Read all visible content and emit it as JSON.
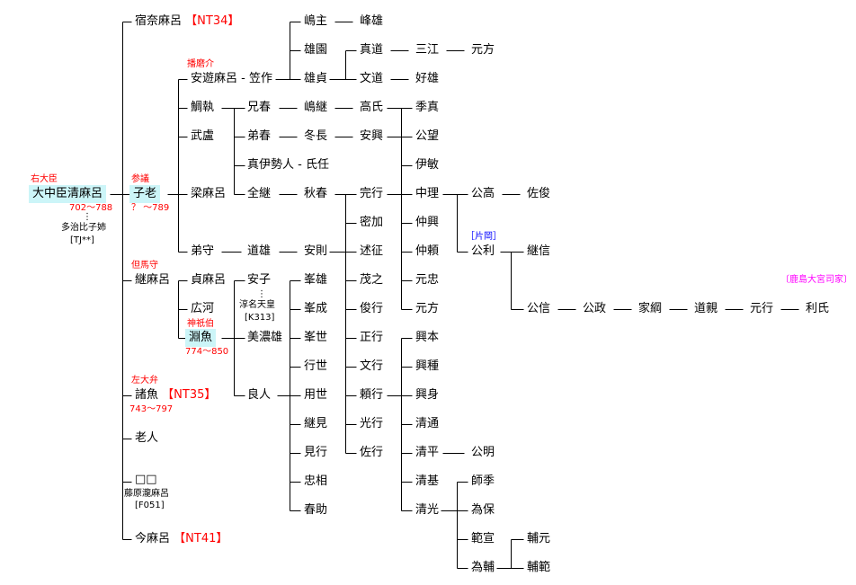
{
  "people": {
    "kiyomaro": "大中臣清麻呂",
    "kiyomaro_title": "右大臣",
    "kiyomaro_years": "702～788",
    "kiyomaro_wife": "多治比子姉",
    "kiyomaro_wife_code": "[TJ**]",
    "sukunamaro": "宿奈麻呂",
    "sukunamaro_code": "【NT34】",
    "koo": "子老",
    "koo_title": "参議",
    "koo_years": "？ ～789",
    "tsugumaro": "継麻呂",
    "tsugumaro_title": "但馬守",
    "moroo": "諸魚",
    "moroo_code": "【NT35】",
    "moroo_title": "左大弁",
    "moroo_years": "743～797",
    "oito": "老人",
    "unknown": "□□",
    "unknown_note": "藤原瀧麻呂",
    "unknown_code": "[F051]",
    "imamaro": "今麻呂",
    "imamaro_code": "【NT41】",
    "asobimaro": "安遊麻呂 - 笠作",
    "asobimaro_title": "播磨介",
    "taitori": "鯛執",
    "takemi": "武盧",
    "yanamaro": "梁麻呂",
    "otomori": "弟守",
    "shimanushi": "嶋主",
    "minoo": "峰雄",
    "oso": "雄園",
    "osada": "雄貞",
    "mamichi": "真道",
    "mie": "三江",
    "motokata1": "元方",
    "fumimichi": "文道",
    "yoshio": "好雄",
    "eharu": "兄春",
    "shimatsugu": "嶋継",
    "takauji": "高氏",
    "otoharu": "弟春",
    "fuyunaga": "冬長",
    "yasuoki": "安興",
    "maise": "真伊勢人 - 氏任",
    "zentsugu": "全継",
    "akiharu": "秋春",
    "kanyuki": "完行",
    "michio": "道雄",
    "yasunori": "安則",
    "suezane": "季真",
    "kimimochi": "公望",
    "koretoshi": "伊敏",
    "nakamasa": "中理",
    "nakaoki": "仲興",
    "nakayori": "仲頼",
    "motota": "元忠",
    "motokata2": "元方",
    "mitsuka": "密加",
    "jutsusei": "述征",
    "shigeyuki": "茂之",
    "toshiyuki": "俊行",
    "masayuki": "正行",
    "fumiyuki": "文行",
    "yoriyuki": "頼行",
    "mitsuyuki": "光行",
    "sukeyuki": "佐行",
    "kimitaka": "公高",
    "suketoshi": "佐俊",
    "kimitoshi": "公利",
    "kimitoshi_note": "［片岡］",
    "tsugunobu": "継信",
    "kiminobu": "公信",
    "kimimasa": "公政",
    "ietsuna": "家綱",
    "michichika": "道親",
    "motoyuki": "元行",
    "toshiuji": "利氏",
    "kashima_note": "〔鹿島大宮司家〕",
    "sadamaro": "貞麻呂",
    "hirokawa": "広河",
    "fuchina": "淵魚",
    "fuchina_title": "神祇伯",
    "fuchina_years": "774～850",
    "yasuko": "安子",
    "yasuko_spouse": "淳名天皇",
    "yasuko_code": "[K313]",
    "minoo2": "美濃雄",
    "yoshito": "良人",
    "mineo": "峯雄",
    "minenari": "峯成",
    "mineyo": "峯世",
    "yukiyo": "行世",
    "mochiyo": "用世",
    "tsugumi": "継見",
    "miyuki": "見行",
    "tadasuke": "忠相",
    "harusuke": "春助",
    "okimoto": "興本",
    "okitane": "興種",
    "okimi": "興身",
    "kiyomichi": "清通",
    "kiyohira": "清平",
    "kimiaki": "公明",
    "kiyomoto": "清基",
    "kiyomitsu": "清光",
    "morosue": "師季",
    "tameyasu": "為保",
    "norinobu": "範宣",
    "tamesuke": "為輔",
    "sukemoto": "輔元",
    "sukenori": "輔範"
  }
}
